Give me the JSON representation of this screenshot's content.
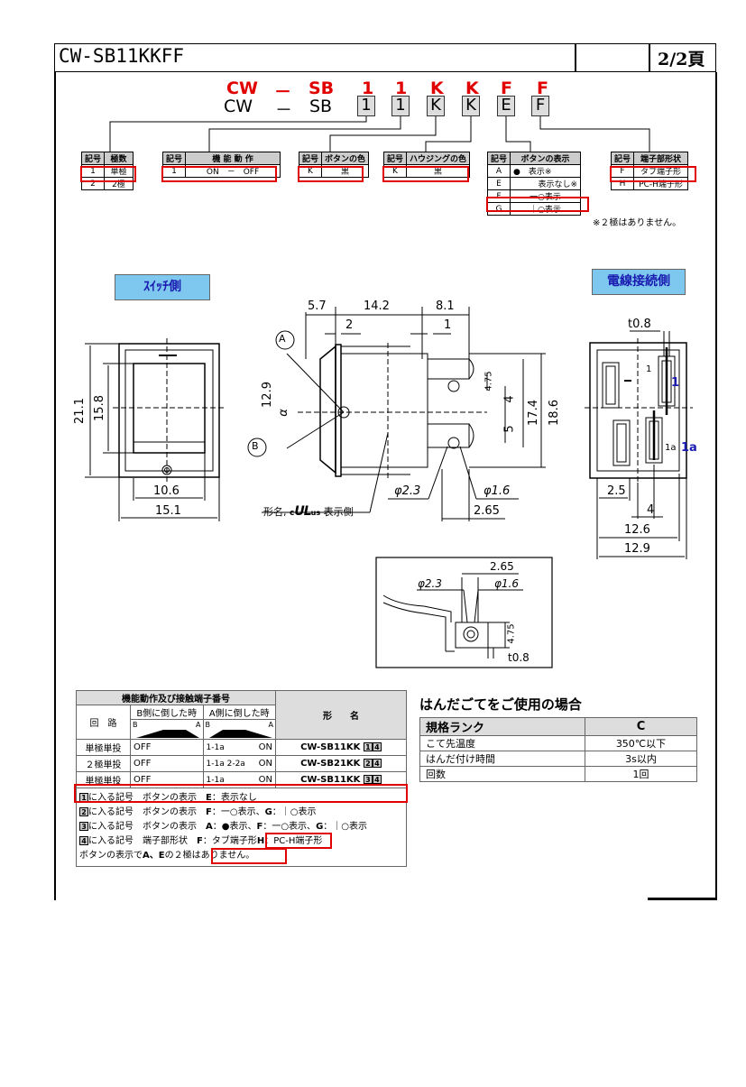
{
  "header": {
    "title": "CW-SB11KKFF",
    "page": "2/2頁"
  },
  "code": {
    "red": [
      "CW",
      "－",
      "SB",
      "1",
      "1",
      "K",
      "K",
      "F",
      "F"
    ],
    "black_prefix": [
      "CW",
      "－",
      "SB"
    ],
    "boxes": [
      "1",
      "1",
      "K",
      "K",
      "E",
      "F"
    ]
  },
  "tables": {
    "poles": {
      "h1": "記号",
      "h2": "極数",
      "rows": [
        [
          "1",
          "単極"
        ],
        [
          "2",
          "2極"
        ]
      ]
    },
    "function": {
      "h1": "記号",
      "h2": "機 能 動 作",
      "rows": [
        [
          "1",
          "ON　－　OFF"
        ]
      ]
    },
    "button_color": {
      "h1": "記号",
      "h2": "ボタンの色",
      "rows": [
        [
          "K",
          "黒"
        ]
      ]
    },
    "housing_color": {
      "h1": "記号",
      "h2": "ハウジングの色",
      "rows": [
        [
          "K",
          "黒"
        ]
      ]
    },
    "button_display": {
      "h1": "記号",
      "h2": "ボタンの表示",
      "rows": [
        [
          "A",
          "●　表示※"
        ],
        [
          "E",
          "表示なし※"
        ],
        [
          "F",
          "一○表示"
        ],
        [
          "G",
          "｜○表示"
        ]
      ]
    },
    "terminal": {
      "h1": "記号",
      "h2": "端子部形状",
      "rows": [
        [
          "F",
          "タブ端子形"
        ],
        [
          "H",
          "PC-H端子形"
        ]
      ]
    },
    "note": "※２極はありません。"
  },
  "drawing": {
    "switch_side": "ｽｲｯﾁ側",
    "wire_side": "電線接続側",
    "dims": {
      "d57": "5.7",
      "d142": "14.2",
      "d81": "8.1",
      "d2": "2",
      "d1": "1",
      "d129": "12.9",
      "alpha": "α",
      "d211": "21.1",
      "d158": "15.8",
      "d475": "4.75",
      "d4": "4",
      "d5": "5",
      "d174": "17.4",
      "d186": "18.6",
      "d106": "10.6",
      "d151": "15.1",
      "phi23": "φ2.3",
      "phi16": "φ1.6",
      "d265": "2.65",
      "t08": "t0.8",
      "d25": "2.5",
      "d4b": "4",
      "d126": "12.6",
      "d129b": "12.9"
    },
    "label_A": "A",
    "label_B": "B",
    "marking": "形名, ",
    "ul": "c",
    "ul_logo": "UL",
    "ul_us": "us",
    "marking_side": " 表示側",
    "term_1": "1",
    "term_1_blue": "1",
    "term_1a": "1a",
    "term_1a_blue": "1a",
    "detail": {
      "d265": "2.65",
      "phi23": "φ2.3",
      "phi16": "φ1.6",
      "d475": "4.75",
      "t08": "t0.8"
    }
  },
  "function_table": {
    "title": "機能動作及び接触端子番号",
    "col_b": "B側に倒した時",
    "col_a": "A側に倒した時",
    "circuit": "回　路",
    "model": "形　　名",
    "b_label_B": "B",
    "b_label_A": "A",
    "a_label_B": "B",
    "a_label_A": "A",
    "rows": [
      {
        "circuit": "単極単投",
        "b": "OFF",
        "a_term": "1-1a",
        "a_state": "ON",
        "model": "CW-SB11KK",
        "n1": "1",
        "n2": "4"
      },
      {
        "circuit": "２極単投",
        "b": "OFF",
        "a_term": "1-1a  2-2a",
        "a_state": "ON",
        "model": "CW-SB21KK",
        "n1": "2",
        "n2": "4"
      },
      {
        "circuit": "単極単投",
        "b": "OFF",
        "a_term": "1-1a",
        "a_state": "ON",
        "model": "CW-SB11KK",
        "n1": "3",
        "n2": "4"
      }
    ],
    "notes": [
      {
        "n": "1",
        "t1": "に入る記号　ボタンの表示　",
        "b1": "E",
        "t2": "：表示なし"
      },
      {
        "n": "2",
        "t1": "に入る記号　ボタンの表示　",
        "b1": "F",
        "t2": "：一○表示、",
        "b2": "G",
        "t3": "：｜○表示"
      },
      {
        "n": "3",
        "t1": "に入る記号　ボタンの表示　",
        "b1": "A",
        "t2": "：●表示、",
        "b2": "F",
        "t3": "：一○表示、",
        "b3": "G",
        "t4": "：｜○表示"
      },
      {
        "n": "4",
        "t1": "に入る記号　端子部形状　",
        "b1": "F",
        "t2": "：タブ端子形",
        "b2": "H",
        "t3": "：PC-H端子形"
      }
    ],
    "last_note_pre": "ボタンの表示で",
    "last_note_bold": "A、E",
    "last_note_post": "の２極はありません。"
  },
  "solder": {
    "title": "はんだごてをご使用の場合",
    "h1": "規格ランク",
    "h2": "C",
    "rows": [
      [
        "こて先温度",
        "350℃以下"
      ],
      [
        "はんだ付け時間",
        "3s以内"
      ],
      [
        "回数",
        "1回"
      ]
    ]
  }
}
